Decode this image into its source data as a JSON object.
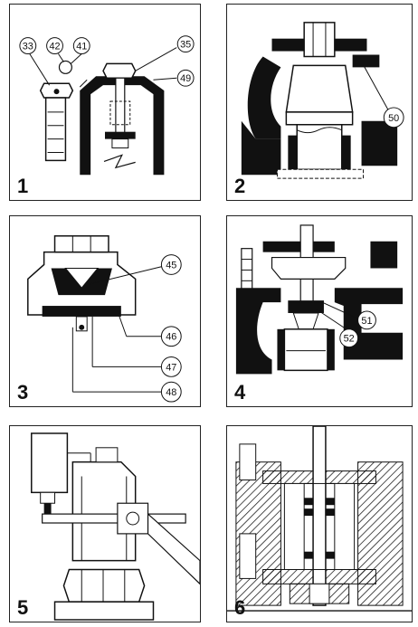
{
  "panels": [
    {
      "number": "1",
      "callouts": [
        "33",
        "42",
        "41",
        "35",
        "49"
      ]
    },
    {
      "number": "2",
      "callouts": [
        "50"
      ]
    },
    {
      "number": "3",
      "callouts": [
        "45",
        "46",
        "47",
        "48"
      ]
    },
    {
      "number": "4",
      "callouts": [
        "51",
        "52"
      ]
    },
    {
      "number": "5",
      "callouts": []
    },
    {
      "number": "6",
      "callouts": []
    }
  ]
}
